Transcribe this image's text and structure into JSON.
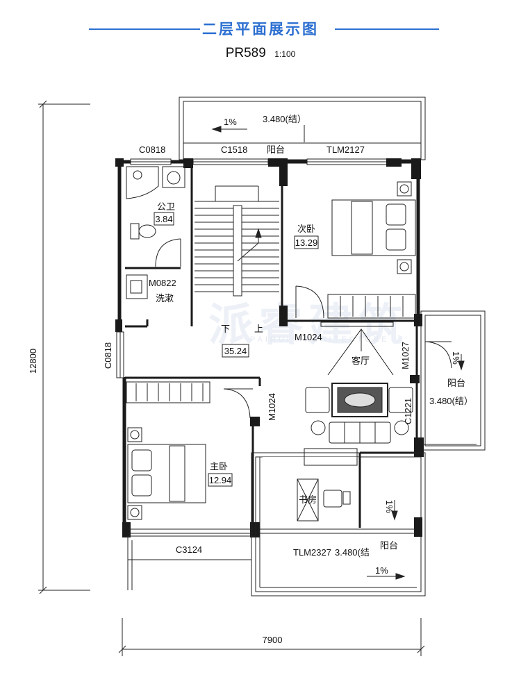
{
  "header": {
    "title": "二层平面展示图",
    "code": "PR589",
    "scale": "1:100"
  },
  "colors": {
    "accent": "#2c6fd1",
    "wall": "#1a1a1a",
    "line": "#222222",
    "watermark": "#dfe6f2"
  },
  "dimensions": {
    "height": "12800",
    "width": "7900"
  },
  "rooms": {
    "bathroom": {
      "name": "公卫",
      "area": "3.84"
    },
    "wash": {
      "name": "洗漱"
    },
    "second_bedroom": {
      "name": "次卧",
      "area": "13.29"
    },
    "master_bedroom": {
      "name": "主卧",
      "area": "12.94"
    },
    "living": {
      "name": "客厅"
    },
    "study": {
      "name": "书房"
    },
    "hall_area": "35.24",
    "stair_down": "下",
    "stair_up": "上",
    "balcony_top": "阳台",
    "balcony_right": "阳台",
    "balcony_bottom": "阳台"
  },
  "openings": {
    "c0818_top": "C0818",
    "c1518": "C1518",
    "tlm2127": "TLM2127",
    "m0822": "M0822",
    "c0818_left": "C0818",
    "m1024_top": "M1024",
    "m1027": "M1027",
    "m1024_mid": "M1024",
    "c1221": "C1221",
    "c3124": "C3124",
    "tlm2327": "TLM2327"
  },
  "annotations": {
    "slope_top": "1%",
    "elev_top": "3.480(结）",
    "slope_right": "1%",
    "elev_right": "3.480(结）",
    "slope_bottom_a": "1%",
    "slope_bottom_b": "1%",
    "elev_bottom": "3.480(结"
  },
  "watermark": {
    "main": "派睿建筑",
    "sub": "PAIRUI ARCHITECTURE"
  }
}
